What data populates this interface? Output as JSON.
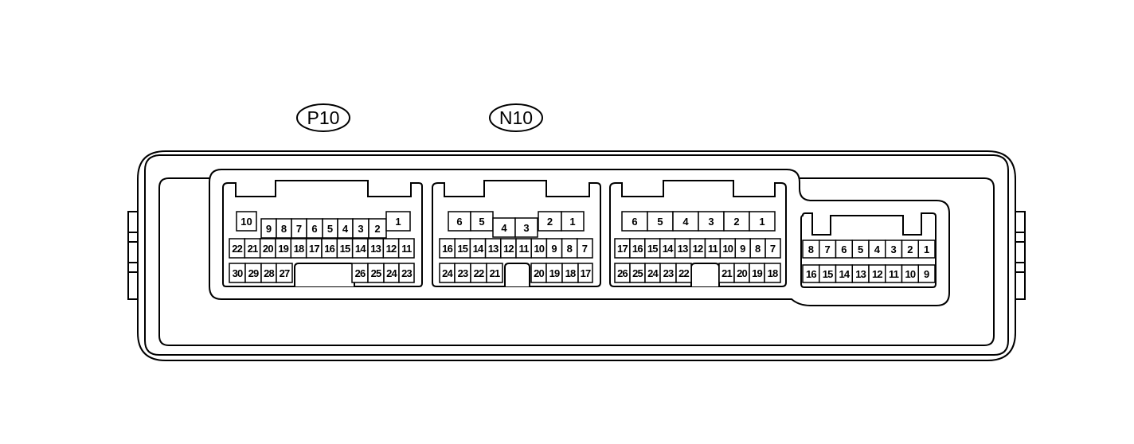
{
  "labels": {
    "p10": "P10",
    "n10": "N10"
  },
  "connectors": [
    {
      "id": "p10-left",
      "rows": [
        [
          "10",
          "9",
          "8",
          "7",
          "6",
          "5",
          "4",
          "3",
          "2",
          "1"
        ],
        [
          "22",
          "21",
          "20",
          "19",
          "18",
          "17",
          "16",
          "15",
          "14",
          "13",
          "12",
          "11"
        ],
        [
          "30",
          "29",
          "28",
          "27",
          "26",
          "25",
          "24",
          "23"
        ]
      ]
    },
    {
      "id": "n10-center",
      "rows": [
        [
          "6",
          "5",
          "4",
          "3",
          "2",
          "1"
        ],
        [
          "16",
          "15",
          "14",
          "13",
          "12",
          "11",
          "10",
          "9",
          "8",
          "7"
        ],
        [
          "24",
          "23",
          "22",
          "21",
          "20",
          "19",
          "18",
          "17"
        ]
      ]
    },
    {
      "id": "third-connector",
      "rows": [
        [
          "6",
          "5",
          "4",
          "3",
          "2",
          "1"
        ],
        [
          "17",
          "16",
          "15",
          "14",
          "13",
          "12",
          "11",
          "10",
          "9",
          "8",
          "7"
        ],
        [
          "26",
          "25",
          "24",
          "23",
          "22",
          "21",
          "20",
          "19",
          "18"
        ]
      ]
    },
    {
      "id": "right-connector",
      "rows": [
        [
          "8",
          "7",
          "6",
          "5",
          "4",
          "3",
          "2",
          "1"
        ],
        [
          "16",
          "15",
          "14",
          "13",
          "12",
          "11",
          "10",
          "9"
        ]
      ]
    }
  ]
}
